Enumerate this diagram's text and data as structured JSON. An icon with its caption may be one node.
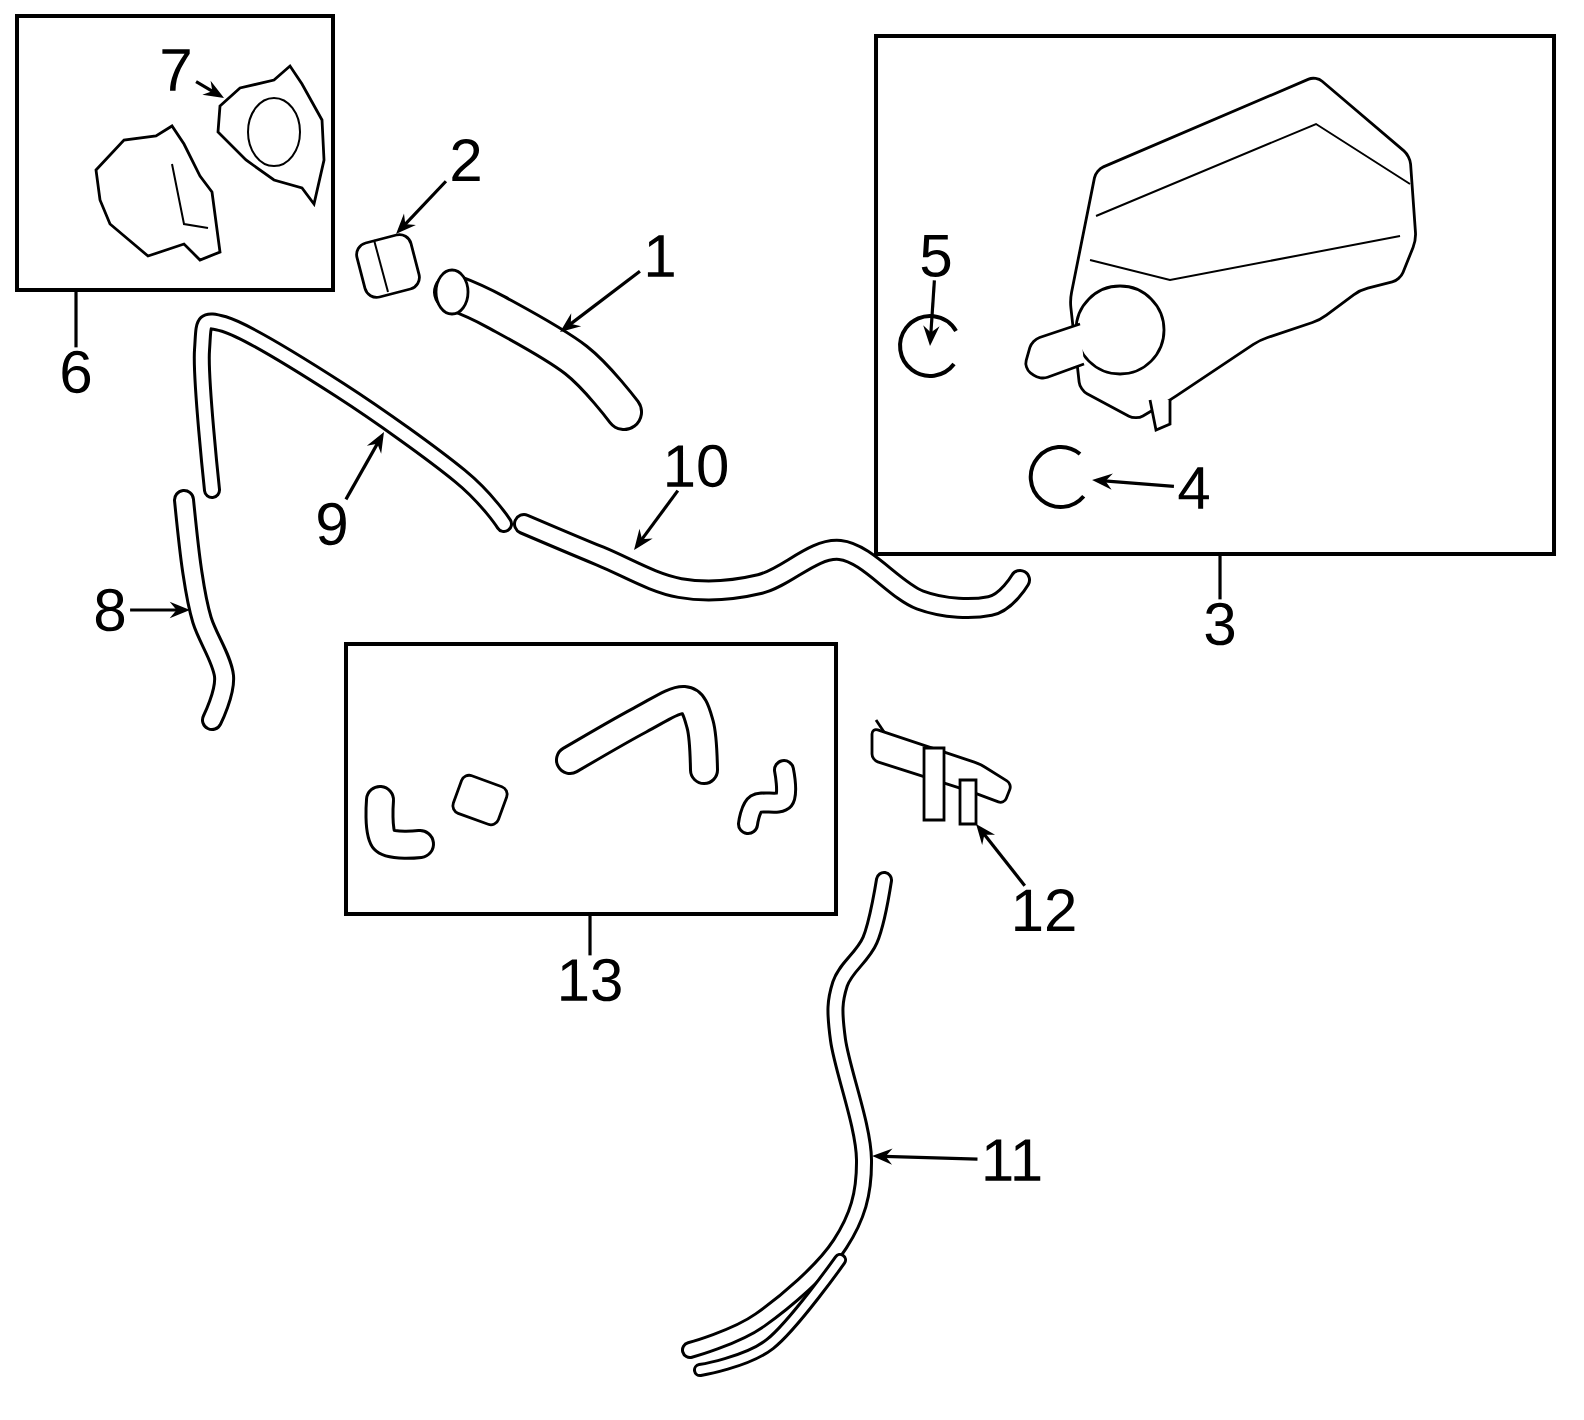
{
  "diagram": {
    "nodes": [
      {
        "text": [],
        "shape": "box"
      },
      {
        "text": [
          "7"
        ],
        "in": 0
      },
      {
        "text": [],
        "shape": "picture",
        "in": 0
      },
      {
        "text": [
          "6"
        ]
      },
      {
        "text": [
          "2"
        ]
      },
      {
        "text": [],
        "shape": "picture"
      },
      {
        "text": [
          "1"
        ]
      },
      {
        "text": [],
        "shape": "picture"
      },
      {
        "text": [],
        "shape": "box"
      },
      {
        "text": [
          "5"
        ],
        "in": 8
      },
      {
        "text": [],
        "shape": "picture",
        "in": 8
      },
      {
        "text": [
          "4"
        ],
        "in": 8
      },
      {
        "text": [],
        "shape": "picture",
        "in": 8
      },
      {
        "text": [
          "3"
        ]
      },
      {
        "text": [
          "9"
        ]
      },
      {
        "text": [],
        "shape": "picture"
      },
      {
        "text": [
          "10"
        ]
      },
      {
        "text": [],
        "shape": "picture"
      },
      {
        "text": [
          "8"
        ]
      },
      {
        "text": [],
        "shape": "picture"
      },
      {
        "text": [],
        "shape": "box"
      },
      {
        "text": [
          "13"
        ]
      },
      {
        "text": [
          "12"
        ]
      },
      {
        "text": [],
        "shape": "picture"
      },
      {
        "text": [
          "11"
        ]
      },
      {
        "text": [],
        "shape": "picture"
      }
    ],
    "edges": [
      {
        "from": 1,
        "to": 2,
        "arrow": "to"
      },
      {
        "from": 3,
        "to": 0,
        "arrow": "none"
      },
      {
        "from": 4,
        "to": 5,
        "arrow": "to"
      },
      {
        "from": 6,
        "to": 7,
        "arrow": "to"
      },
      {
        "from": 9,
        "to": 10,
        "arrow": "to"
      },
      {
        "from": 11,
        "to": 12,
        "arrow": "to"
      },
      {
        "from": 13,
        "to": 8,
        "arrow": "none"
      },
      {
        "from": 14,
        "to": 15,
        "arrow": "to"
      },
      {
        "from": 16,
        "to": 17,
        "arrow": "to"
      },
      {
        "from": 18,
        "to": 19,
        "arrow": "to"
      },
      {
        "from": 21,
        "to": 20,
        "arrow": "none"
      },
      {
        "from": 22,
        "to": 23,
        "arrow": "to"
      },
      {
        "from": 24,
        "to": 25,
        "arrow": "to"
      }
    ]
  }
}
